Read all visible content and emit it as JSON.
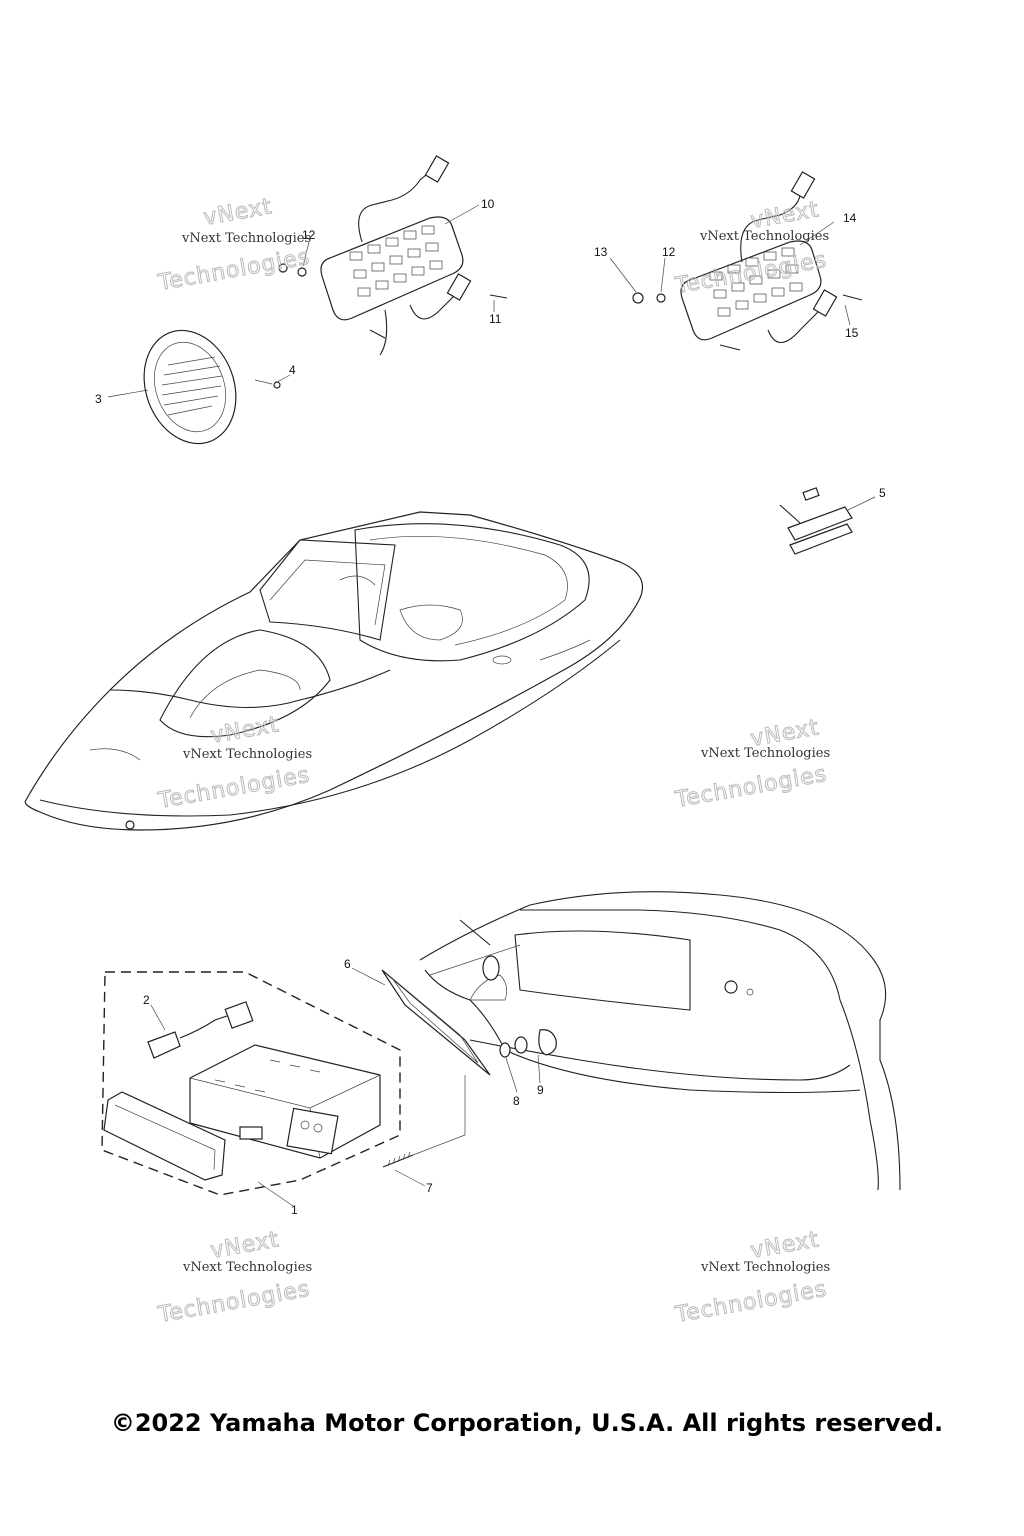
{
  "callouts": {
    "c1": "1",
    "c2": "2",
    "c3": "3",
    "c4": "4",
    "c5": "5",
    "c6": "6",
    "c7": "7",
    "c8": "8",
    "c9": "9",
    "c10": "10",
    "c11": "11",
    "c12a": "12",
    "c12b": "12",
    "c13": "13",
    "c14": "14",
    "c15": "15"
  },
  "watermark": {
    "line_small": "vNext Technologies",
    "line_big": "Technologies",
    "line_top": "vNext"
  },
  "footer": {
    "copyright": "©2022 Yamaha Motor Corporation, U.S.A. All rights reserved."
  }
}
